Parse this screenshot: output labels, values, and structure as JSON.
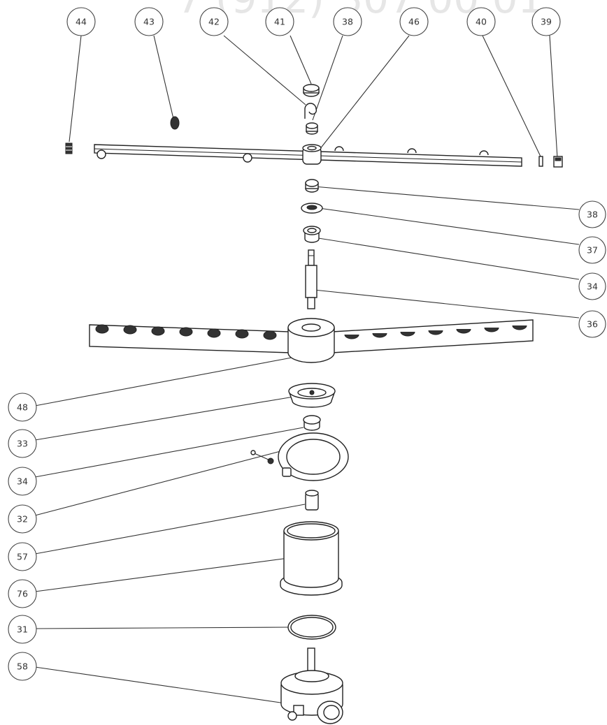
{
  "watermark": "7 (912) 307 00 01",
  "callouts": {
    "c44": "44",
    "c43": "43",
    "c42": "42",
    "c41": "41",
    "c38top": "38",
    "c46": "46",
    "c40": "40",
    "c39": "39",
    "c38": "38",
    "c37": "37",
    "c34r": "34",
    "c36": "36",
    "c48": "48",
    "c33": "33",
    "c34l": "34",
    "c32": "32",
    "c57": "57",
    "c76": "76",
    "c31": "31",
    "c58": "58"
  }
}
